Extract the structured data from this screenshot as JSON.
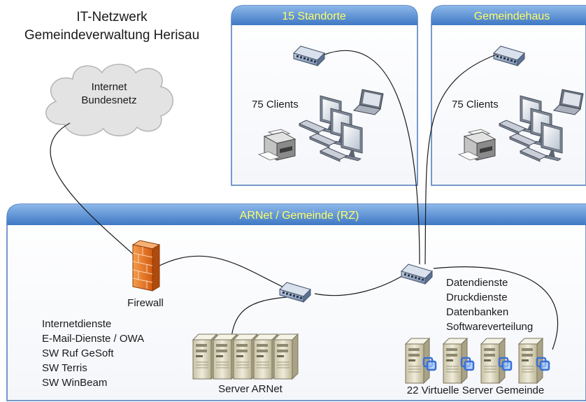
{
  "title": {
    "line1": "IT-Netzwerk",
    "line2": "Gemeindeverwaltung Herisau"
  },
  "internet": {
    "line1": "Internet",
    "line2": "Bundesnetz"
  },
  "sites": [
    {
      "header": "15 Standorte",
      "clients": "75 Clients"
    },
    {
      "header": "Gemeindehaus",
      "clients": "75 Clients"
    }
  ],
  "datacenter": {
    "header": "ARNet / Gemeinde (RZ)",
    "firewall_label": "Firewall",
    "arnet_services": [
      "Internetdienste",
      "E-Mail-Dienste / OWA",
      "SW Ruf GeSoft",
      "SW Terris",
      "SW WinBeam"
    ],
    "gemeinde_services": [
      "Datendienste",
      "Druckdienste",
      "Datenbanken",
      "Softwareverteilung"
    ],
    "server_arnet_label": "Server ARNet",
    "virtual_servers_label": "22 Virtuelle Server Gemeinde"
  },
  "colors": {
    "header_blue": "#5b95d6",
    "header_text": "#ffff66",
    "border_blue": "#4a78b8",
    "firewall_orange": "#e8731e",
    "switch_blue": "#8fa3c0",
    "server_beige": "#ddd8c4"
  }
}
